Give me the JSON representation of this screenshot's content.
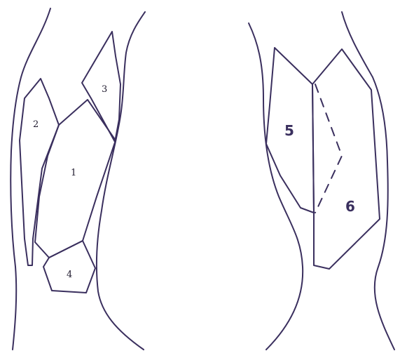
{
  "colors": {
    "stroke": "#3a2f5e",
    "text": "#1f1a2e",
    "background": "#ffffff"
  },
  "left_figure": {
    "labels": {
      "region_1": "1",
      "region_2": "2",
      "region_3": "3",
      "region_4": "4"
    }
  },
  "right_figure": {
    "labels": {
      "region_5": "5",
      "region_6": "6"
    }
  }
}
